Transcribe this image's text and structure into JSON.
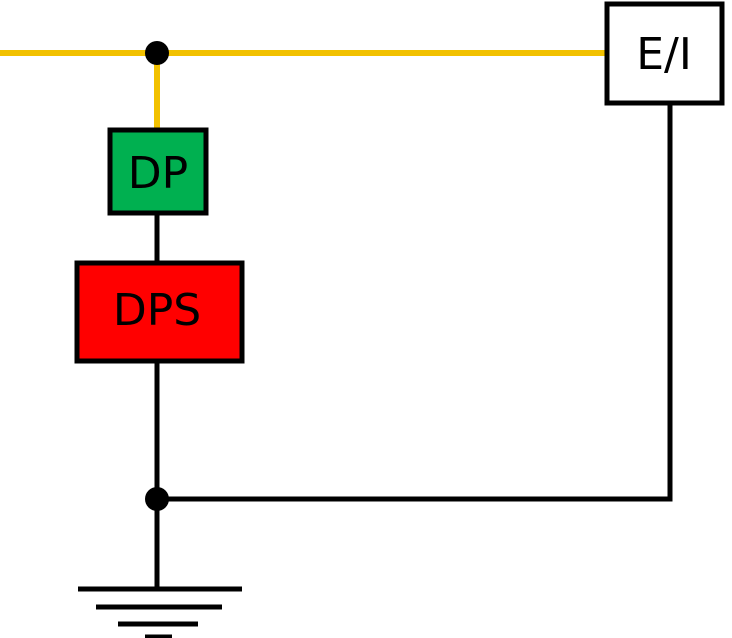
{
  "components": {
    "ei": {
      "label": "E/I",
      "fill": "#ffffff"
    },
    "dp": {
      "label": "DP",
      "fill": "#00b050"
    },
    "dps": {
      "label": "DPS",
      "fill": "#ff0000"
    }
  },
  "colors": {
    "phase_line": "#f2c100",
    "conductor": "#000000",
    "node": "#000000"
  },
  "symbols": {
    "ground": "ground-icon",
    "junction": "junction-dot"
  }
}
